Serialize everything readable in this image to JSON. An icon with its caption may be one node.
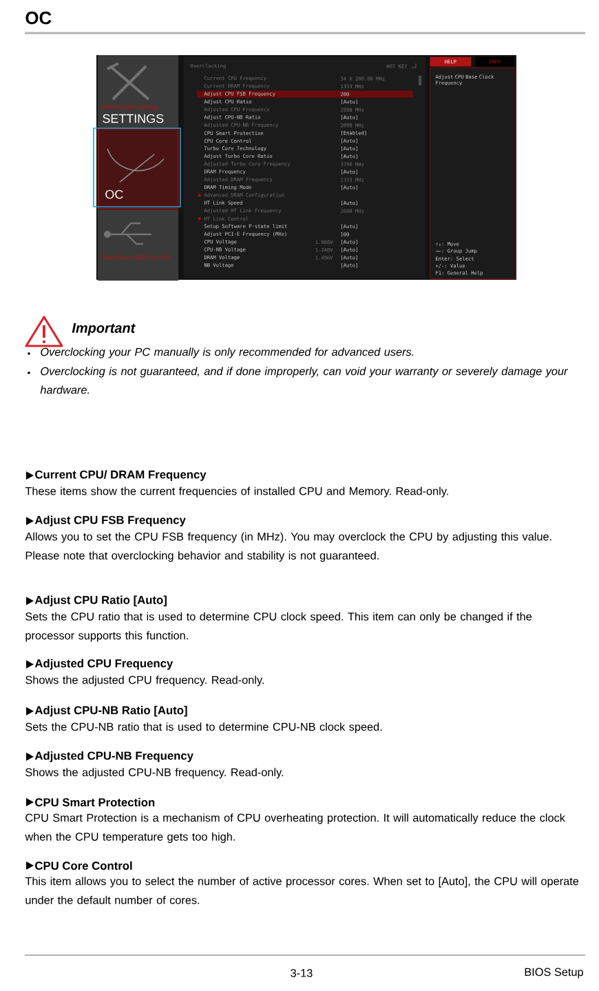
{
  "diagram": {
    "title": "OC",
    "nodes": [
      {
        "text": [
          "Motherboard settings",
          "SETTINGS"
        ]
      },
      {
        "text": [
          "OC"
        ]
      },
      {
        "text": [
          "Flash/Save BIOS by USB"
        ]
      },
      {
        "text": [
          "Overclocking",
          "HOT KEY"
        ]
      },
      {
        "text": [
          "Current CPU Frequency",
          "34 X 200.00 MHz"
        ],
        "in": 3
      },
      {
        "text": [
          "Current DRAM Frequency",
          "1333 MHz"
        ],
        "in": 3
      },
      {
        "text": [
          "Adjust CPU FSB Frequency",
          "200"
        ],
        "in": 3
      },
      {
        "text": [
          "Adjust CPU Ratio",
          "[Auto]"
        ],
        "in": 3
      },
      {
        "text": [
          "Adjusted CPU Frequency",
          "2800 MHz"
        ],
        "in": 3
      },
      {
        "text": [
          "Adjust CPU-NB Ratio",
          "[Auto]"
        ],
        "in": 3
      },
      {
        "text": [
          "Adjusted CPU-NB Frequency",
          "2000 MHz"
        ],
        "in": 3
      },
      {
        "text": [
          "CPU Smart Protection",
          "[Enabled]"
        ],
        "in": 3
      },
      {
        "text": [
          "CPU Core Control",
          "[Auto]"
        ],
        "in": 3
      },
      {
        "text": [
          "Turbo Core Technology",
          "[Auto]"
        ],
        "in": 3
      },
      {
        "text": [
          "Adjust Turbo Core Ratio",
          "[Auto]"
        ],
        "in": 3
      },
      {
        "text": [
          "Adjusted Turbo Core Frequency",
          "3700 MHz"
        ],
        "in": 3
      },
      {
        "text": [
          "DRAM Frequency",
          "[Auto]"
        ],
        "in": 3
      },
      {
        "text": [
          "Adjusted DRAM Frequency",
          "1333 MHz"
        ],
        "in": 3
      },
      {
        "text": [
          "DRAM Timing Mode",
          "[Auto]"
        ],
        "in": 3
      },
      {
        "text": [
          "Advanced DRAM Configuration"
        ],
        "in": 3
      },
      {
        "text": [
          "HT Link Speed",
          "[Auto]"
        ],
        "in": 3
      },
      {
        "text": [
          "Adjusted HT Link Frequency",
          "2600 MHz"
        ],
        "in": 3
      },
      {
        "text": [
          "HT Link Control"
        ],
        "in": 3
      },
      {
        "text": [
          "Setup Software P-state limit",
          "[Auto]"
        ],
        "in": 3
      },
      {
        "text": [
          "Adjust PCI-E Frequency (MHz)",
          "100"
        ],
        "in": 3
      },
      {
        "text": [
          "CPU Voltage",
          "1.088V",
          "[Auto]"
        ],
        "in": 3
      },
      {
        "text": [
          "CPU-NB Voltage",
          "1.240V",
          "[Auto]"
        ],
        "in": 3
      },
      {
        "text": [
          "DRAM Voltage",
          "1.496V",
          "[Auto]"
        ],
        "in": 3
      },
      {
        "text": [
          "NB Voltage",
          "[Auto]"
        ],
        "in": 3
      },
      {
        "text": [
          "HELP",
          "INFO",
          "Adjust CPU Base Clock Frequency",
          "↑↓: Move",
          "→←: Group Jump",
          "Enter: Select",
          "+/-: Value",
          "F1: General Help"
        ]
      }
    ],
    "labels": [
      "Important",
      "Overclocking your PC manually is only recommended for advanced users.",
      "Overclocking is not guaranteed, and if done improperly, can void your warranty or severely damage your hardware.",
      "Current CPU/ DRAM Frequency",
      "These items show the current frequencies of installed CPU and Memory. Read-only.",
      "Adjust CPU FSB Frequency",
      "Allows you to set the CPU FSB frequency (in MHz). You may overclock the CPU by adjusting this value. Please note that overclocking behavior and stability is not guaranteed.",
      "Adjust CPU Ratio [Auto]",
      "Sets the CPU ratio that is used to determine CPU clock speed. This item can only be changed if the processor supports this function.",
      "Adjusted CPU Frequency",
      "Shows the adjusted CPU frequency. Read-only.",
      "Adjust CPU-NB Ratio [Auto]",
      "Sets the CPU-NB ratio that is used to determine CPU-NB clock speed.",
      "Adjusted CPU-NB Frequency",
      "Shows the adjusted CPU-NB frequency. Read-only.",
      "CPU Smart Protection",
      "CPU Smart Protection is a mechanism of CPU overheating protection. It will automatically reduce the clock when the CPU temperature gets too high.",
      "CPU Core Control",
      "This item allows you to select the number of active processor cores. When set to [Auto], the CPU will operate under the default number of cores.",
      "3-13",
      "BIOS Setup"
    ]
  }
}
